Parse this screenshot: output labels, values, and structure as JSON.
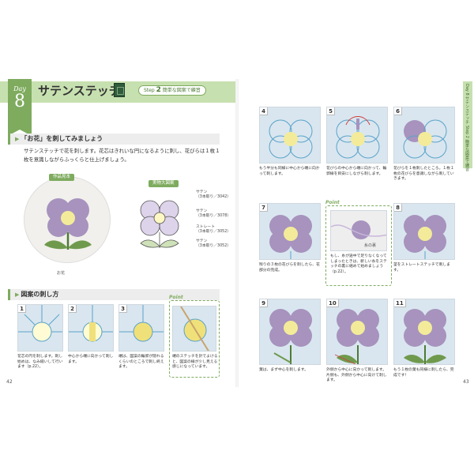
{
  "header": {
    "day_word": "Day",
    "day_number": "8",
    "title": "サテンステッチ",
    "step_prefix": "Step",
    "step_number": "2",
    "step_text": "簡単な図案で練習"
  },
  "section1": {
    "title": "「お花」を刺してみましょう",
    "intro": "サテンステッチで花を刺します。花芯はきれいな円になるように刺し、花びらは１枚１枚を意識しながらふっくらと仕上げましょう。"
  },
  "sample": {
    "tag": "作品見本",
    "caption": "お花"
  },
  "pattern": {
    "tag": "実物大図案",
    "labels": [
      "サテン",
      "（3本取り／3042）",
      "サテン",
      "（3本取り／3078）",
      "ストレート",
      "（3本取り／3052）",
      "サテン",
      "（3本取り／3052）"
    ]
  },
  "section2": {
    "title": "図案の刺し方"
  },
  "left_steps": [
    {
      "num": "1",
      "caption": "花芯の円を刺します。刺し始めは、なみ縫いして行います（p.22）。"
    },
    {
      "num": "2",
      "caption": "中心から端に向かって刺します。"
    },
    {
      "num": "3",
      "caption": "端は、図案の輪郭が隠れるくらいのところで刺し終えます。"
    },
    {
      "num": "point",
      "caption": "端のステッチを針でよけると、図案の線が少し見える感じになっています。"
    }
  ],
  "point_label": "Point",
  "right_steps": [
    {
      "num": "4",
      "caption": "もう半分も同様に中心から端に向かって刺します。"
    },
    {
      "num": "5",
      "caption": "花びらの中心から端に向かって、輪郭線を目安にしながら刺します。"
    },
    {
      "num": "6",
      "caption": "花びらを１枚刺したところ。１枚１枚の花びらを意識しながら刺していきます。"
    },
    {
      "num": "7",
      "caption": "残りの３枚の花びらを刺したら、花部分の完成。"
    },
    {
      "num": "point",
      "caption": "もし、糸が途中で足りなくなってしまったときは、新しい糸をステッチの裏に絡めて始めましょう（p.22）。"
    },
    {
      "num": "8",
      "caption": "茎をストレートステッチで刺します。"
    },
    {
      "num": "9",
      "caption": "葉は、まず中心を刺します。"
    },
    {
      "num": "10",
      "caption": "外側から中心に向かって刺します。片側も、外側から中心に向けて刺します。"
    },
    {
      "num": "11",
      "caption": "もう１枚の葉も同様に刺したら、完成です！"
    }
  ],
  "point_note_right": "糸の裏",
  "page_numbers": {
    "left": "42",
    "right": "43"
  },
  "side_tab": "Day 8 サテンステッチ Step 2 簡単な図案で練習",
  "colors": {
    "accent_green": "#7eab5e",
    "header_band": "#c7e0b0",
    "petal_purple": "#a793be",
    "center_yellow": "#f3eb9a",
    "line_blue": "#5aa3c9",
    "leaf_green": "#6f9a4d"
  }
}
